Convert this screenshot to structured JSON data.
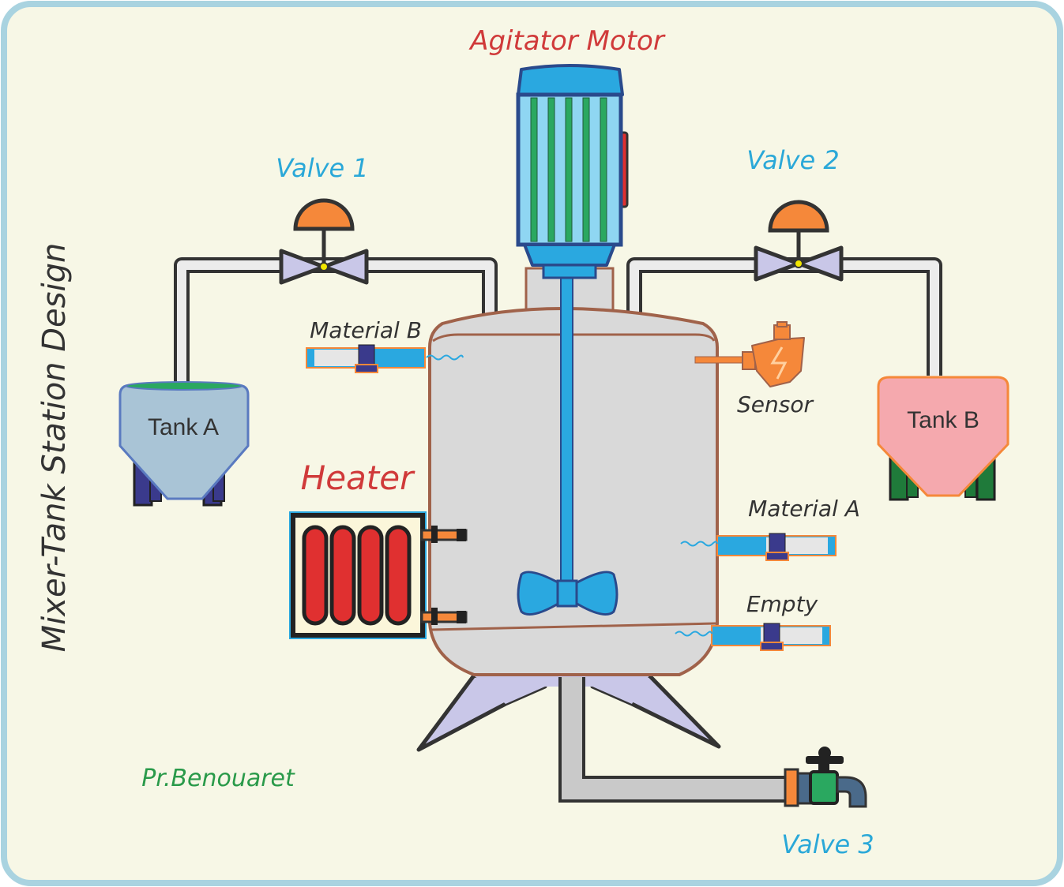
{
  "diagram": {
    "title": "Mixer-Tank Station Design",
    "author": "Pr.Benouaret",
    "labels": {
      "agitator_motor": "Agitator Motor",
      "valve1": "Valve 1",
      "valve2": "Valve 2",
      "valve3": "Valve 3",
      "material_b": "Material B",
      "material_a": "Material A",
      "empty": "Empty",
      "sensor": "Sensor",
      "heater": "Heater",
      "tank_a": "Tank A",
      "tank_b": "Tank B"
    },
    "colors": {
      "background": "#f7f7e6",
      "frame": "#a9d3e0",
      "valve_label": "#2aa8d8",
      "motor_label": "#d03a3a",
      "heater_label": "#d03a3a",
      "author": "#2a9a4a",
      "dark_text": "#333333",
      "tank_a_fill": "#a9c4d6",
      "tank_b_fill": "#f5a9ae",
      "vessel_fill": "#d9d9d9",
      "vessel_stroke": "#a0624a",
      "motor_blue": "#2aa8e0",
      "heater_red": "#e03030",
      "actuator_orange": "#f5883a"
    }
  }
}
